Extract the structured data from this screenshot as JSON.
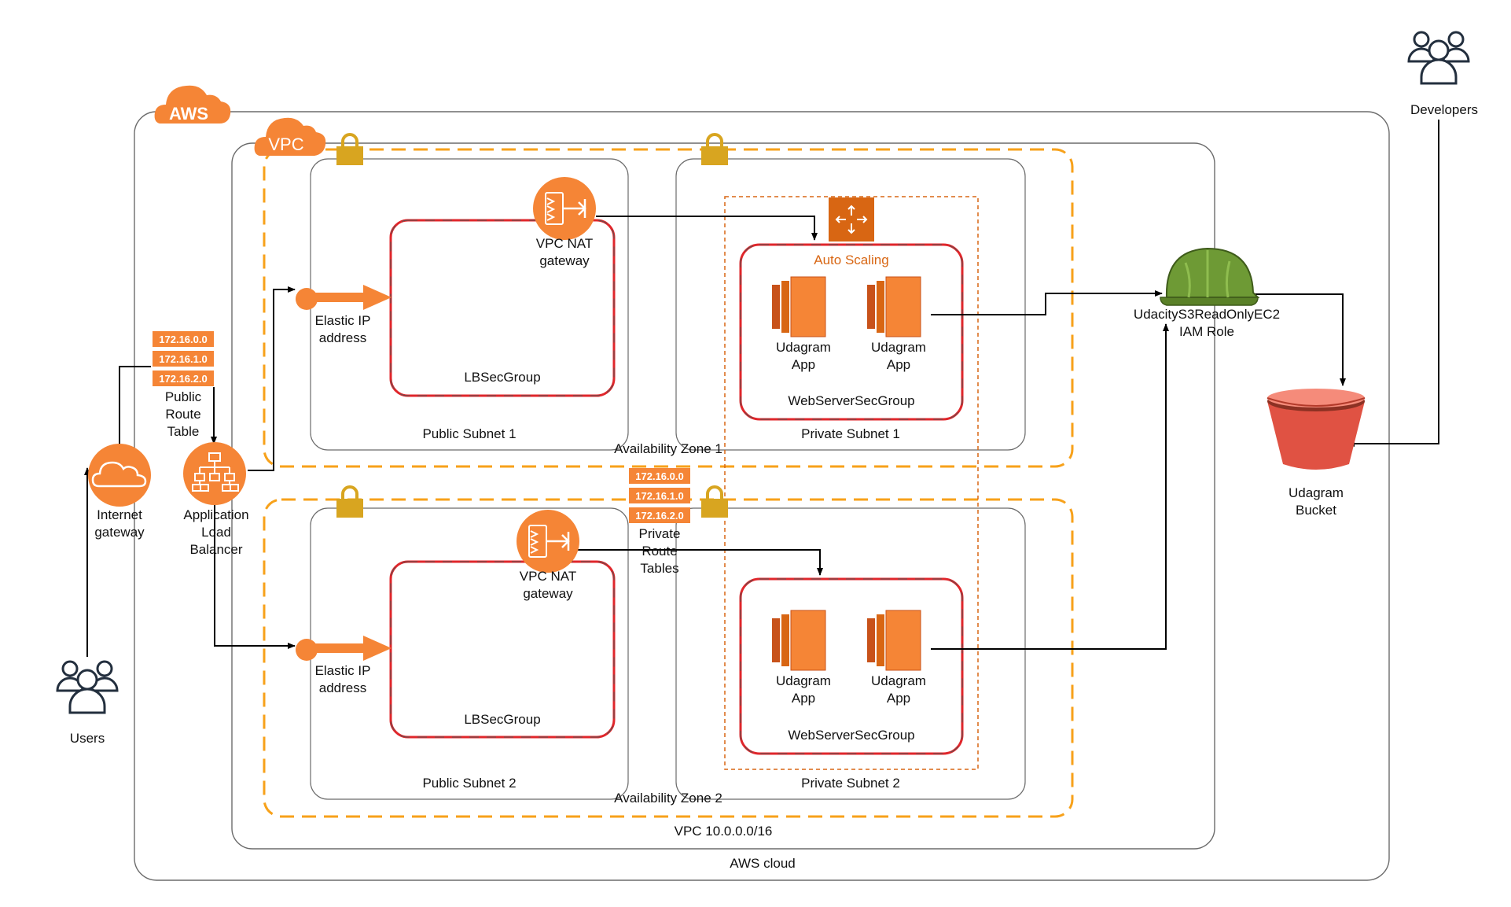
{
  "colors": {
    "aws_orange": "#f58536",
    "container_stroke": "#6b6b6b",
    "az_dash": "#f7a11a",
    "sec_group": "#e0262b",
    "autoscaling_tile": "#d86613",
    "iam_green": "#6e9a35",
    "s3_red": "#e05243",
    "lock_gold": "#d8a520",
    "route_badge": "#f58536"
  },
  "badges": {
    "aws": "AWS",
    "vpc": "VPC"
  },
  "containers": {
    "aws_cloud": "AWS cloud",
    "vpc": "VPC 10.0.0.0/16",
    "az1": "Availability Zone 1",
    "az2": "Availability Zone 2",
    "public_subnet_1": "Public Subnet 1",
    "private_subnet_1": "Private Subnet 1",
    "public_subnet_2": "Public Subnet 2",
    "private_subnet_2": "Private Subnet 2"
  },
  "security_groups": {
    "lb_1": "LBSecGroup",
    "lb_2": "LBSecGroup",
    "web_1": "WebServerSecGroup",
    "web_2": "WebServerSecGroup"
  },
  "autoscaling": {
    "label": "Auto Scaling"
  },
  "public_route_table": {
    "cidrs": [
      "172.16.0.0",
      "172.16.1.0",
      "172.16.2.0"
    ],
    "label_lines": [
      "Public",
      "Route",
      "Table"
    ]
  },
  "private_route_tables": {
    "cidrs": [
      "172.16.0.0",
      "172.16.1.0",
      "172.16.2.0"
    ],
    "label_lines": [
      "Private",
      "Route",
      "Tables"
    ]
  },
  "nodes": {
    "users": "Users",
    "developers": "Developers",
    "internet_gateway": [
      "Internet",
      "gateway"
    ],
    "alb": [
      "Application",
      "Load",
      "Balancer"
    ],
    "nat1": [
      "VPC NAT",
      "gateway"
    ],
    "nat2": [
      "VPC NAT",
      "gateway"
    ],
    "eip1": [
      "Elastic IP",
      "address"
    ],
    "eip2": [
      "Elastic IP",
      "address"
    ],
    "app": [
      "Udagram",
      "App"
    ],
    "iam": [
      "UdacityS3ReadOnlyEC2",
      "IAM Role"
    ],
    "bucket": [
      "Udagram",
      "Bucket"
    ]
  }
}
